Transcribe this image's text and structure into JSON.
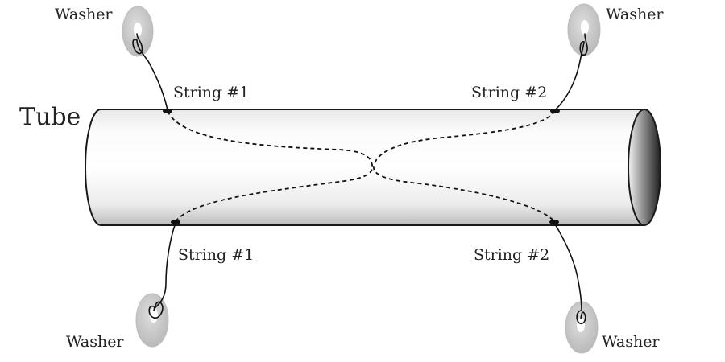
{
  "labels": {
    "tube": "Tube",
    "string_1_top": "String #1",
    "string_2_top": "String #2",
    "string_1_bottom": "String #1",
    "string_2_bottom": "String #2",
    "washer_top_left": "Washer",
    "washer_top_right": "Washer",
    "washer_bottom_left": "Washer",
    "washer_bottom_right": "Washer"
  },
  "colors": {
    "tube_outline": "#1a1a1a",
    "string": "#111111",
    "washer": "#c9c9c9",
    "text": "#222222"
  }
}
